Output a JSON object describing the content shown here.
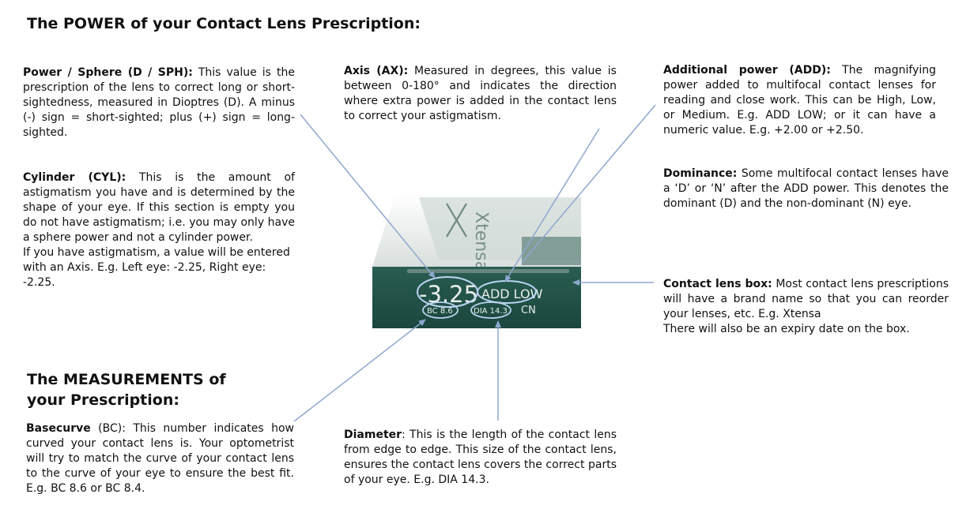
{
  "headings": {
    "power": "The POWER of your Contact Lens Prescription:",
    "measurements": "The MEASUREMENTS of your Prescription:"
  },
  "blocks": {
    "sphere": {
      "term": "Power / Sphere (D / SPH):",
      "body": " This value is the prescription of the lens to correct long or short-sightedness, measured in Dioptres (D). A minus (-) sign = short-sighted; plus (+) sign = long-sighted."
    },
    "cylinder": {
      "term": "Cylinder (CYL):",
      "body": " This is the amount of astigmatism you have and is determined by the shape of your eye. If this section is empty you do not have astigmatism; i.e. you may only have a sphere power and not a cylinder power.",
      "extra": "If you have astigmatism, a value will be entered with an Axis. E.g. Left eye: -2.25, Right eye: -2.25."
    },
    "axis": {
      "term": "Axis (AX):",
      "body": " Measured in degrees, this value is between 0-180° and indicates the direction where extra power is added in the contact lens to correct your astigmatism."
    },
    "add": {
      "term": "Additional power (ADD):",
      "body": " The magnifying power added to multifocal contact lenses for reading and close work. This can be High, Low, or Medium. E.g. ADD LOW; or it can have a numeric value. E.g. +2.00 or +2.50."
    },
    "dominance": {
      "term": "Dominance:",
      "body": " Some multifocal contact lenses have a ‘D’ or ‘N’ after the ADD power. This denotes the dominant (D) and the non-dominant (N) eye."
    },
    "box": {
      "term": "Contact lens box:",
      "body": " Most contact lens prescriptions will have a brand name so that you can reorder your lenses, etc. E.g. Xtensa",
      "extra": "There will also be an expiry date on the box."
    },
    "basecurve": {
      "term": "Basecurve",
      "body": " (BC): This number indicates how curved your contact lens is. Your optometrist will try to match the curve of your contact lens to the curve of your eye to ensure the best fit. E.g. BC 8.6 or BC 8.4."
    },
    "diameter": {
      "term": "Diameter",
      "body": ": This is the length of the contact lens from edge to edge. This size of the contact lens, ensures the contact lens covers the correct parts of your eye. E.g. DIA 14.3."
    }
  },
  "lens_box": {
    "sphere_value": "-3.25",
    "add_value": "ADD LOW",
    "bc_value": "BC 8.6",
    "dia_value": "DIA 14.3",
    "dominance_value": "CN",
    "brand": "Xtensa",
    "colors": {
      "box_front": "#1f4f45",
      "box_top": "#e9ecea",
      "callout_ring": "#b9d2ef",
      "arrow": "#8ea7cf"
    }
  }
}
